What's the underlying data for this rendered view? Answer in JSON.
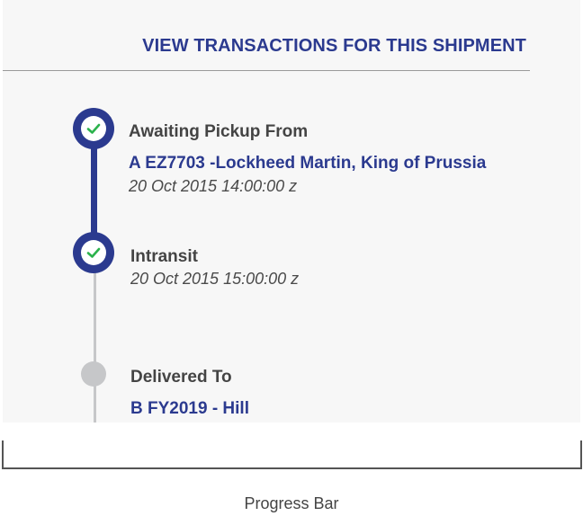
{
  "header": {
    "link_label": "VIEW TRANSACTIONS FOR THIS SHIPMENT"
  },
  "timeline": {
    "steps": [
      {
        "status": "Awaiting Pickup From",
        "location": "A  EZ7703 -Lockheed Martin, King of Prussia",
        "time": "20 Oct 2015 14:00:00 z",
        "state": "complete"
      },
      {
        "status": "Intransit",
        "time": "20 Oct 2015 15:00:00 z",
        "state": "complete"
      },
      {
        "status": "Delivered To",
        "location": "B FY2019 - Hill",
        "state": "pending"
      }
    ]
  },
  "caption": "Progress Bar",
  "colors": {
    "accent": "#2b3a8f",
    "check": "#2bb24c",
    "pending": "#c6c7c9"
  },
  "icons": {
    "complete": "check-icon",
    "pending": "pending-dot"
  }
}
